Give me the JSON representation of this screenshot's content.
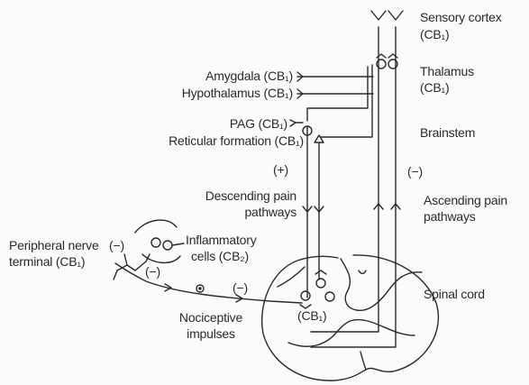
{
  "labels": {
    "sensory_cortex_1": "Sensory cortex",
    "sensory_cortex_2": "(CB₁)",
    "thalamus_1": "Thalamus",
    "thalamus_2": "(CB₁)",
    "amygdala": "Amygdala (CB₁)",
    "hypothalamus": "Hypothalamus (CB₁)",
    "pag": "PAG (CB₁)",
    "reticular": "Reticular formation (CB₁)",
    "brainstem": "Brainstem",
    "plus_sign": "(+)",
    "minus_ascending": "(−)",
    "descending_1": "Descending pain",
    "descending_2": "pathways",
    "ascending_1": "Ascending pain",
    "ascending_2": "pathways",
    "peripheral_1": "Peripheral nerve",
    "peripheral_2": "terminal (CB₁)",
    "inflammatory_1": "Inflammatory",
    "inflammatory_2": "cells (CB₂)",
    "minus_terminal": "(−)",
    "minus_nerve_1": "(−)",
    "minus_nerve_2": "(−)",
    "spinal_cb1": "(CB₁)",
    "nociceptive_1": "Nociceptive",
    "nociceptive_2": "impulses",
    "spinal_cord": "Spinal cord"
  },
  "colors": {
    "ink": "#2a2a2a",
    "background": "#fbfbf9"
  }
}
